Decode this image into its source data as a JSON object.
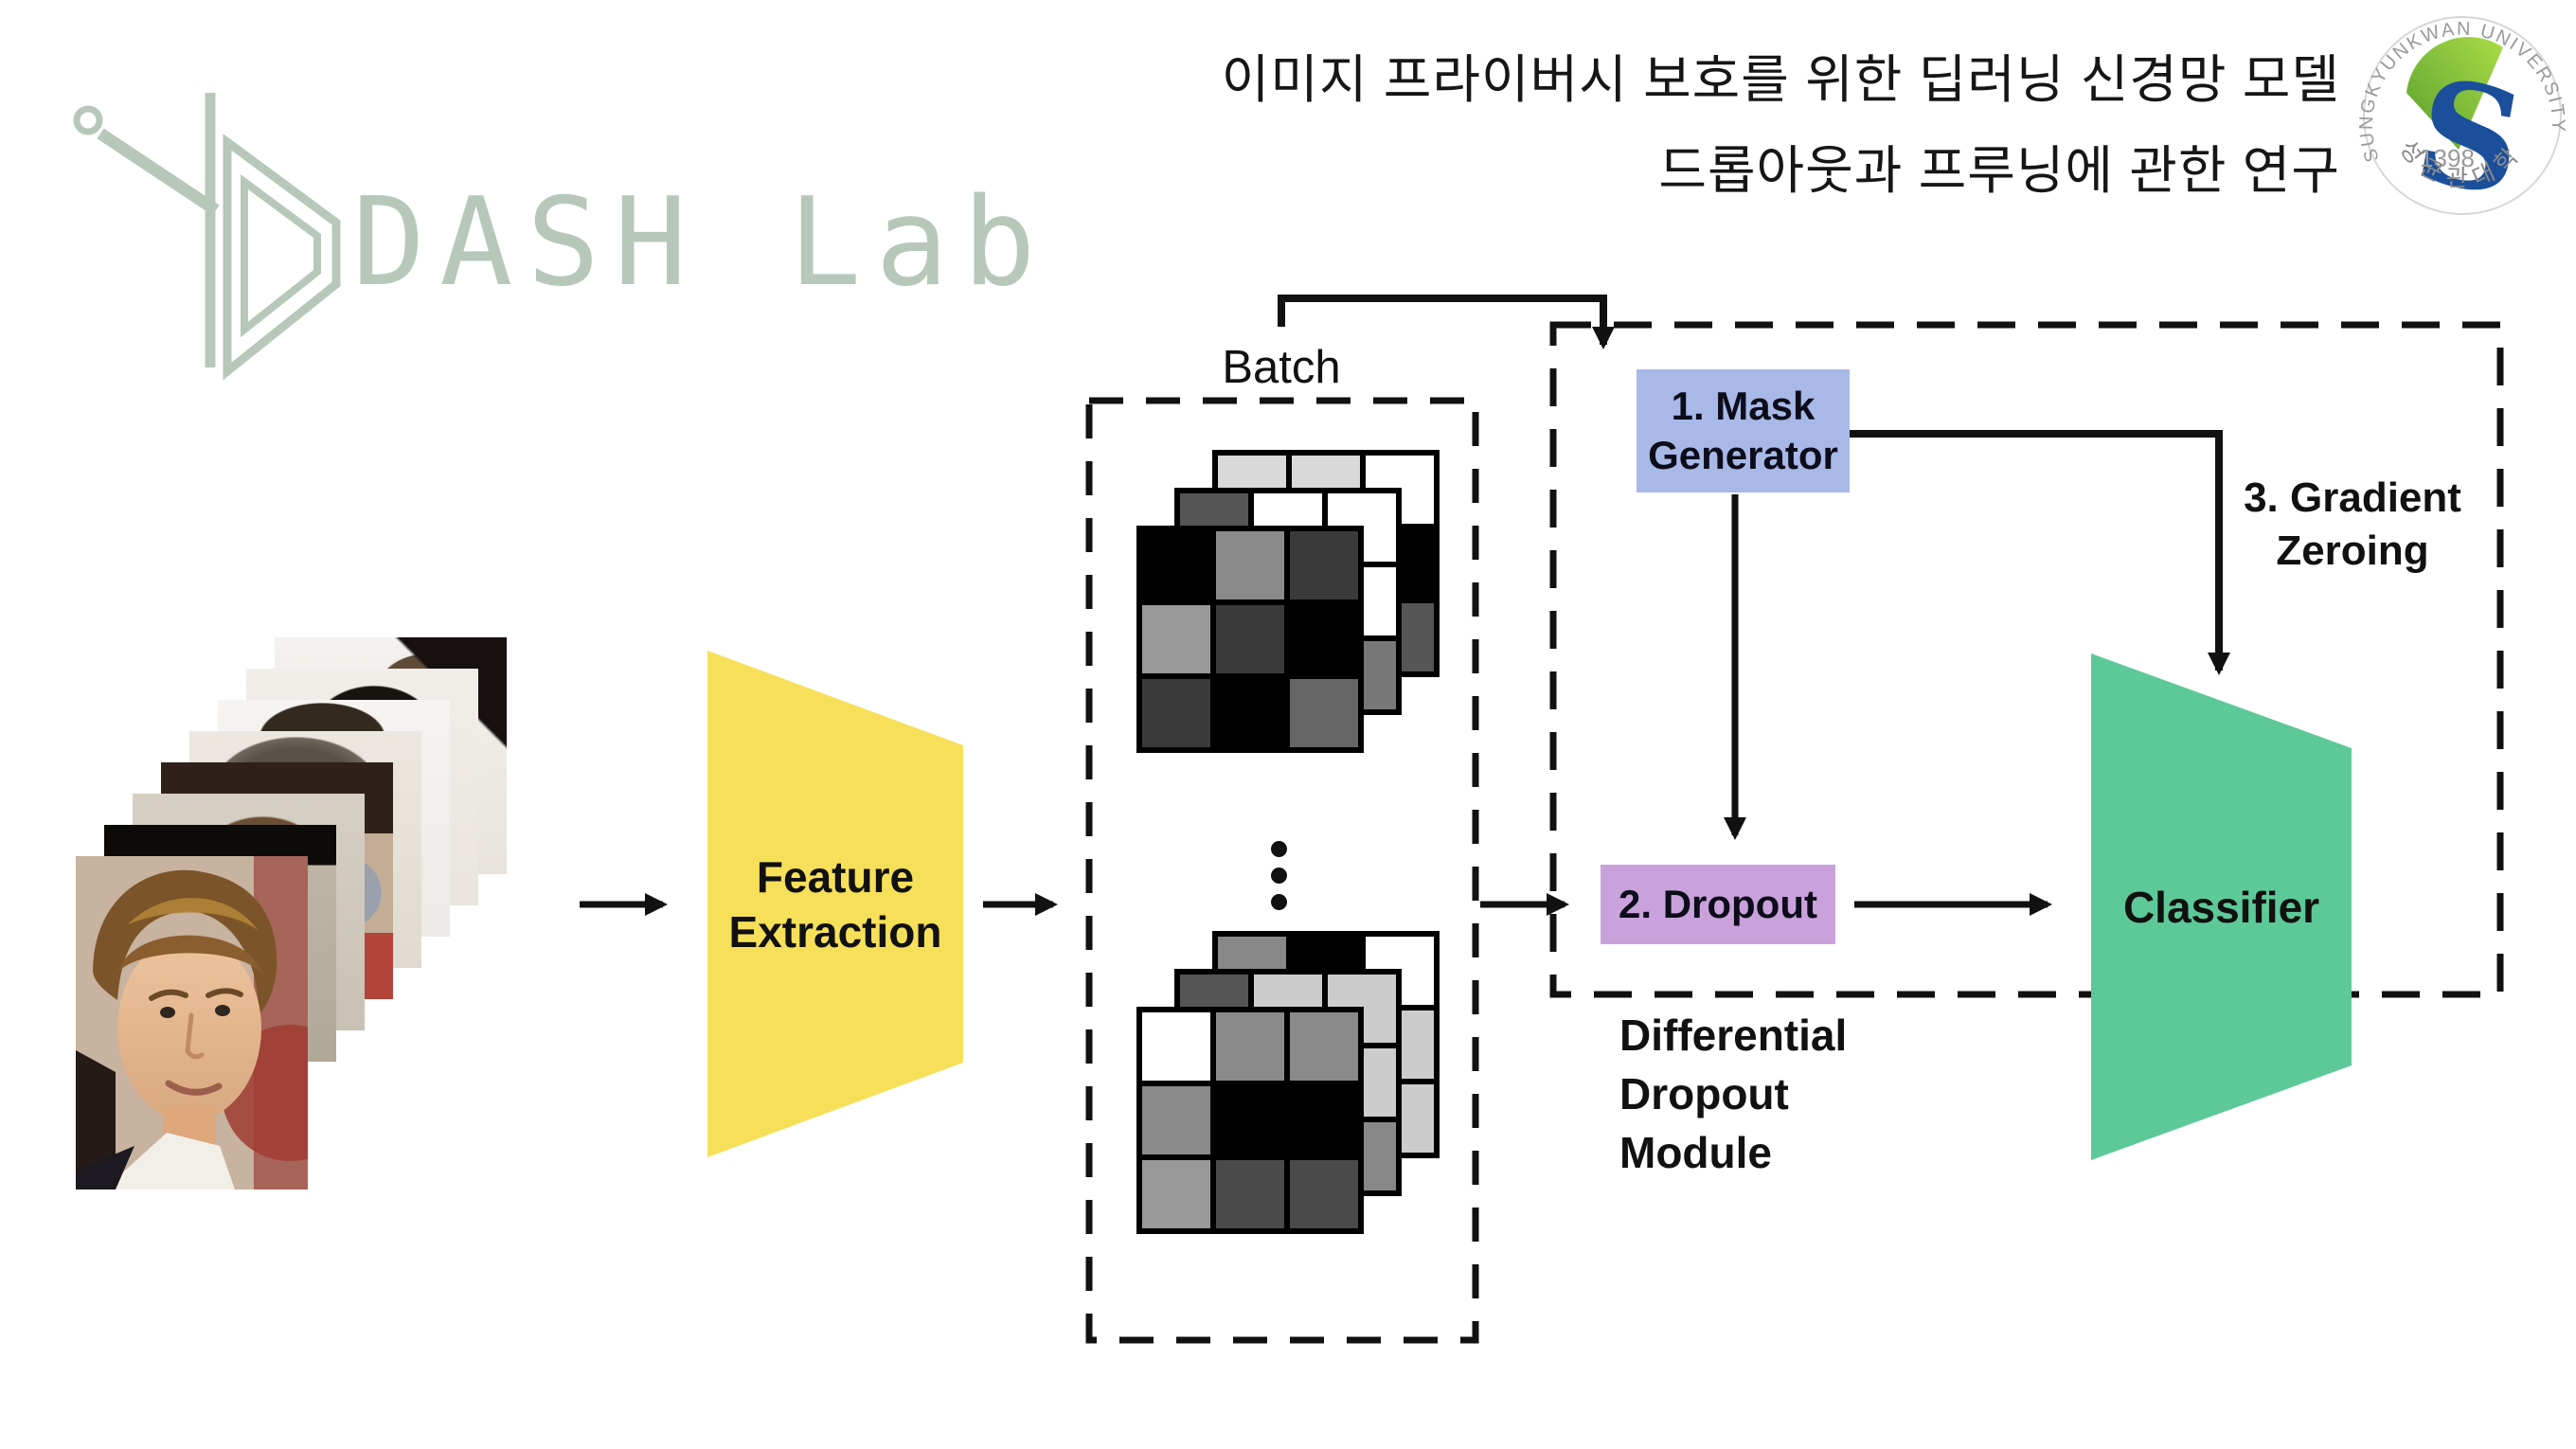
{
  "slide": {
    "title_line1": "이미지 프라이버시 보호를 위한 딥러닝 신경망 모델",
    "title_line2": "드롭아웃과 프루닝에 관한 연구"
  },
  "dash_lab": {
    "wordmark": "DASH Lab",
    "color": "#b7c8bb"
  },
  "university_logo": {
    "arc_text": "SUNGKYUNKWAN UNIVERSITY",
    "year": "1398",
    "korean_text": "성균관대학교",
    "leaf_color": "#8cc63f",
    "s_color": "#1b4f9c"
  },
  "diagram": {
    "faces": {
      "description": "stack of eight face photos, progressively blurred toward the back",
      "cards": [
        "blurred-head-8",
        "blurred-head-7",
        "blurred-head-6",
        "blurred-head-5",
        "blurred-head-4",
        "blurred-head-3",
        "blurred-head-2",
        "clear-face-front"
      ]
    },
    "feature_extraction": {
      "label_line1": "Feature",
      "label_line2": "Extraction",
      "color": "#f6e05a"
    },
    "batch": {
      "label": "Batch",
      "ellipsis": "⋮",
      "top_stack": [
        [
          [
            "#d9d9d9",
            "#d9d9d9",
            "#ffffff"
          ],
          [
            "#ffffff",
            "#ffffff",
            "#000000"
          ],
          [
            "#ffffff",
            "#ffffff",
            "#555555"
          ]
        ],
        [
          [
            "#555555",
            "#ffffff",
            "#ffffff"
          ],
          [
            "#ffffff",
            "#ffffff",
            "#ffffff"
          ],
          [
            "#ffffff",
            "#ffffff",
            "#777777"
          ]
        ],
        [
          [
            "#000000",
            "#8a8a8a",
            "#3a3a3a"
          ],
          [
            "#999999",
            "#3a3a3a",
            "#000000"
          ],
          [
            "#3a3a3a",
            "#000000",
            "#666666"
          ]
        ]
      ],
      "bottom_stack": [
        [
          [
            "#888888",
            "#000000",
            "#ffffff"
          ],
          [
            "#ffffff",
            "#ffffff",
            "#cccccc"
          ],
          [
            "#ffffff",
            "#ffffff",
            "#cccccc"
          ]
        ],
        [
          [
            "#555555",
            "#cccccc",
            "#cccccc"
          ],
          [
            "#ffffff",
            "#ffffff",
            "#cccccc"
          ],
          [
            "#ffffff",
            "#ffffff",
            "#888888"
          ]
        ],
        [
          [
            "#ffffff",
            "#8a8a8a",
            "#8a8a8a"
          ],
          [
            "#8a8a8a",
            "#000000",
            "#000000"
          ],
          [
            "#999999",
            "#4a4a4a",
            "#4a4a4a"
          ]
        ]
      ]
    },
    "module": {
      "label_line1": "Differential",
      "label_line2": "Dropout",
      "label_line3": "Module",
      "mask_generator": {
        "label_line1": "1. Mask",
        "label_line2": "Generator",
        "color": "#a8b9e8"
      },
      "dropout": {
        "label": "2. Dropout",
        "color": "#c9a2db"
      },
      "gradient_zeroing": {
        "label_line1": "3. Gradient",
        "label_line2": "Zeroing"
      }
    },
    "classifier": {
      "label": "Classifier",
      "color": "#5ec998"
    }
  }
}
